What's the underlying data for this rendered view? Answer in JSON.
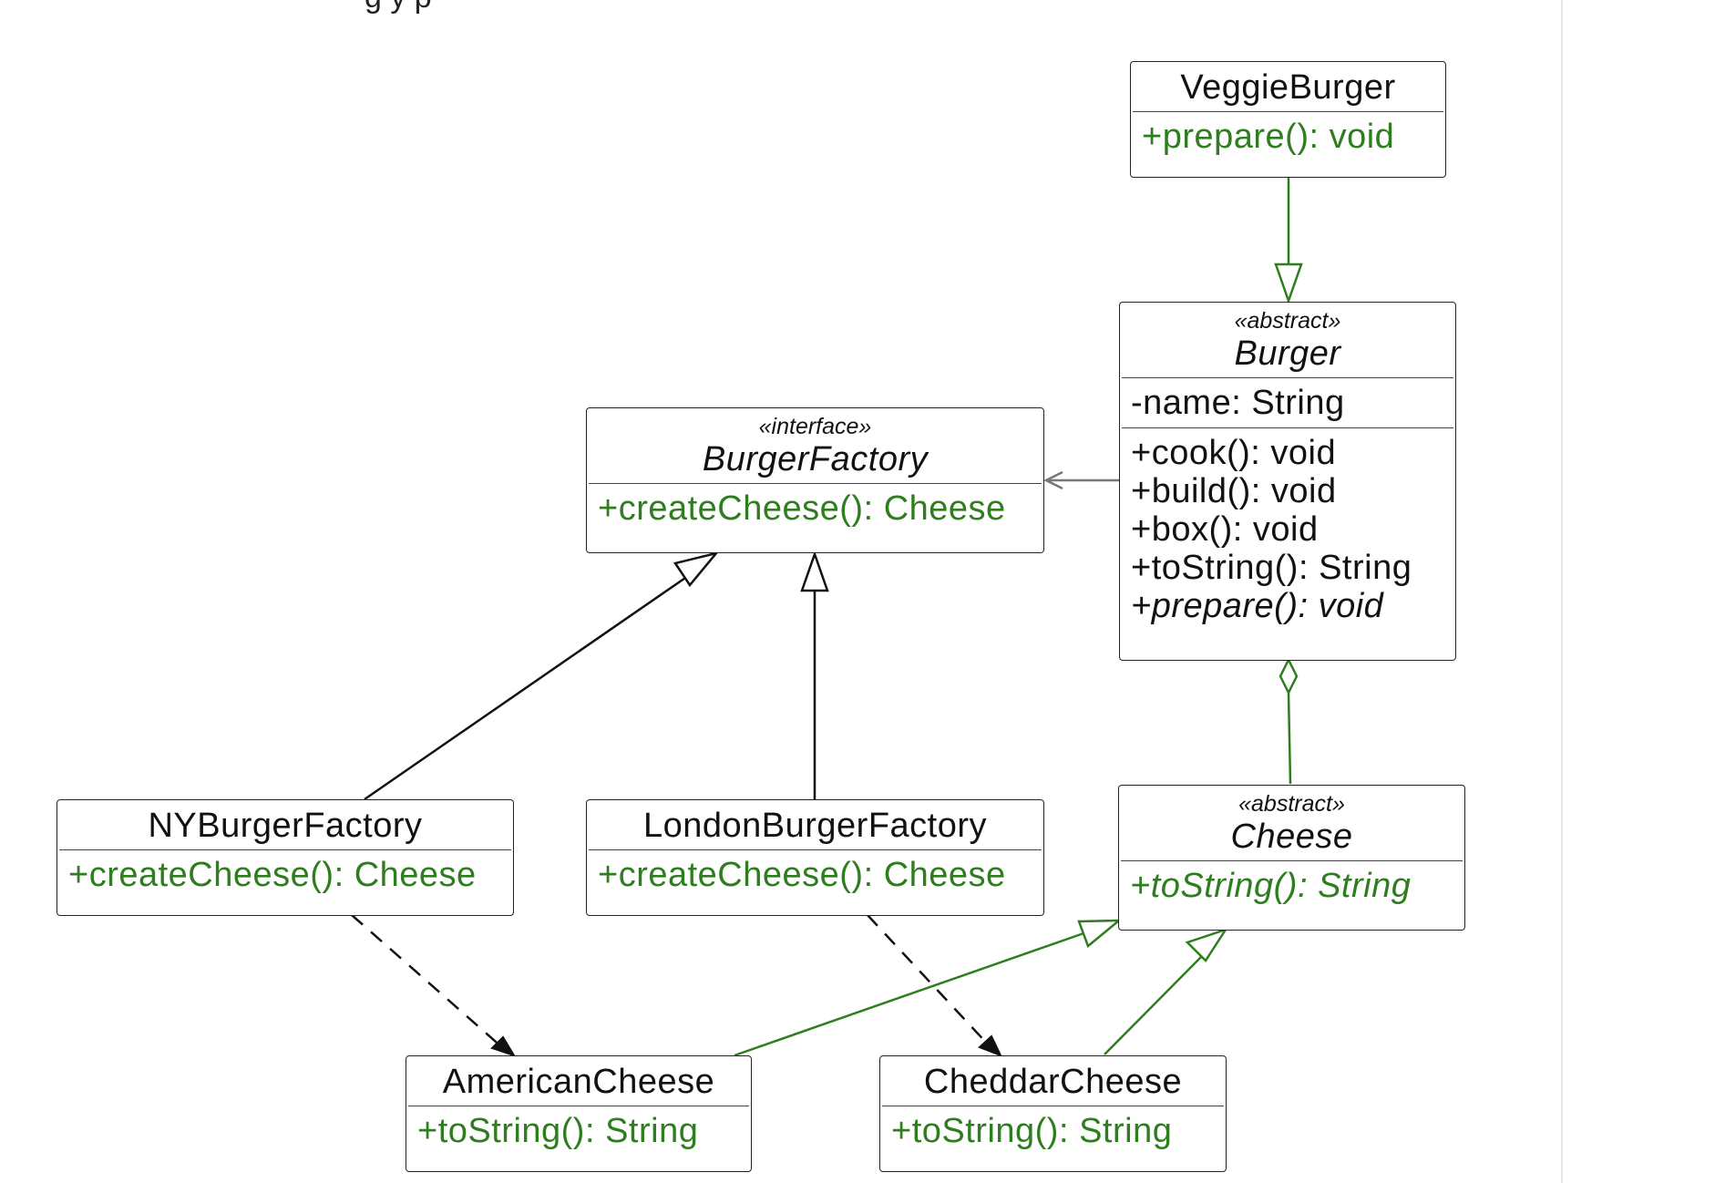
{
  "header": {
    "cut_text": "g y p"
  },
  "colors": {
    "green": "#2e7d1e",
    "black": "#111111",
    "gray": "#777777"
  },
  "classes": {
    "veggie_burger": {
      "name": "VeggieBurger",
      "methods": [
        "+prepare(): void"
      ]
    },
    "burger": {
      "stereotype": "«abstract»",
      "name": "Burger",
      "attributes": [
        "-name: String"
      ],
      "methods": [
        "+cook(): void",
        "+build(): void",
        "+box(): void",
        "+toString(): String",
        "+prepare(): void"
      ]
    },
    "burger_factory": {
      "stereotype": "«interface»",
      "name": "BurgerFactory",
      "methods": [
        "+createCheese(): Cheese"
      ]
    },
    "ny_burger_factory": {
      "name": "NYBurgerFactory",
      "methods": [
        "+createCheese(): Cheese"
      ]
    },
    "london_burger_factory": {
      "name": "LondonBurgerFactory",
      "methods": [
        "+createCheese(): Cheese"
      ]
    },
    "cheese": {
      "stereotype": "«abstract»",
      "name": "Cheese",
      "methods": [
        "+toString(): String"
      ]
    },
    "american_cheese": {
      "name": "AmericanCheese",
      "methods": [
        "+toString(): String"
      ]
    },
    "cheddar_cheese": {
      "name": "CheddarCheese",
      "methods": [
        "+toString(): String"
      ]
    }
  }
}
